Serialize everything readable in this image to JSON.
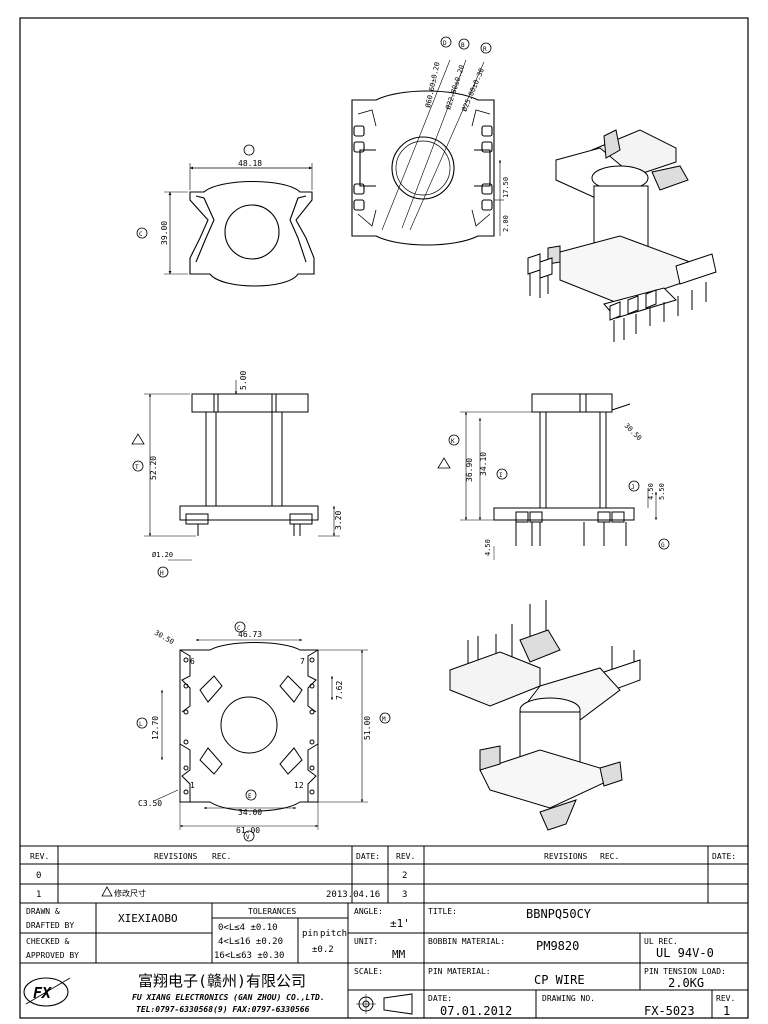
{
  "views": {
    "top": {
      "width": "48.18",
      "height": "39.00",
      "balloon": "C"
    },
    "flange": {
      "d1": "Ø60.60±0.20",
      "d2": "Ø22.80±0.20",
      "d3": "Ø25.00±0.30",
      "t1": "2.00",
      "t2": "17.50",
      "balloons": [
        "D",
        "B",
        "R"
      ]
    },
    "side_left": {
      "height": "52.20",
      "top_gap": "5.00",
      "pin_off": "3.20",
      "pin_d": "Ø1.20",
      "balloon_main": "T",
      "balloon_pin": "H"
    },
    "side_right": {
      "h1": "36.90",
      "h2": "34.10",
      "angle": "30.50",
      "p1": "4.50",
      "p2": "5.50",
      "p3": "4.50",
      "balloons": [
        "K",
        "I",
        "J",
        "G"
      ]
    },
    "bottom": {
      "w_top": "46.73",
      "w_bottom": "34.00",
      "w_total": "61.00",
      "height": "51.00",
      "pitch": "12.70",
      "side": "7.62",
      "angle": "30.50",
      "chamfer": "C3.50",
      "pins": [
        "6",
        "7",
        "1",
        "12"
      ],
      "balloons": [
        "C",
        "L",
        "E",
        "M",
        "V"
      ]
    }
  },
  "title_block": {
    "header": {
      "rev": "REV.",
      "revisions": "REVISIONS",
      "rec": "REC.",
      "date": "DATE:"
    },
    "rows": [
      {
        "rev": "0",
        "desc": "",
        "date": "",
        "rev2": "2"
      },
      {
        "rev": "1",
        "desc": "修改尺寸",
        "date": "2013.04.16",
        "rev2": "3"
      }
    ],
    "drawn_label_1": "DRAWN  &",
    "drawn_label_2": "DRAFTED BY",
    "drafter": "XIEXIAOBO",
    "checked_label_1": "CHECKED &",
    "checked_label_2": "APPROVED BY",
    "tolerances_label": "TOLERANCES",
    "tolerances": [
      "0<L≤4   ±0.10",
      "4<L≤16  ±0.20",
      "16<L≤63  ±0.30"
    ],
    "pin_pitch_label_1": "pin",
    "pin_pitch_label_2": "pitch",
    "pin_pitch_value": "±0.2",
    "angle_label": "ANGLE:",
    "angle_value": "±1'",
    "unit_label": "UNIT:",
    "unit_value": "MM",
    "scale_label": "SCALE:",
    "title_label": "TITLE:",
    "title_value": "BBNPQ50CY",
    "bobbin_label": "BOBBIN MATERIAL:",
    "bobbin_value": "PM9820",
    "ul_label": "UL REC.",
    "ul_value": "UL 94V-0",
    "pin_material_label": "PIN MATERIAL:",
    "pin_material_value": "CP WIRE",
    "tension_label": "PIN TENSION LOAD:",
    "tension_value": "2.0KG",
    "date_label": "DATE:",
    "date_value": "07.01.2012",
    "drawing_no_label": "DRAWING NO.",
    "drawing_no_value": "FX-5023",
    "rev_label": "REV.",
    "rev_value": "1",
    "company_cn": "富翔电子(赣州)有限公司",
    "company_en": "FU XIANG ELECTRONICS (GAN ZHOU) CO.,LTD.",
    "company_tel": "TEL:0797-6330568(9)   FAX:0797-6330566",
    "logo_text": "FX"
  }
}
